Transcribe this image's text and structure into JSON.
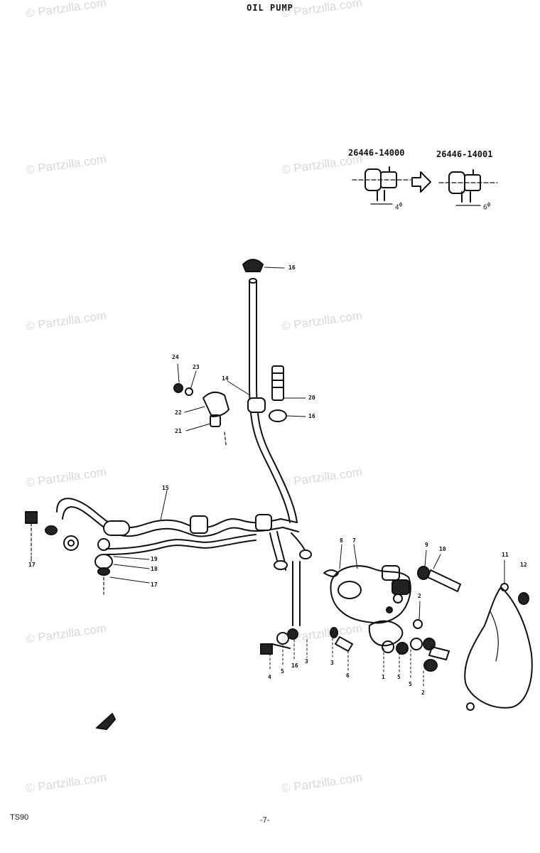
{
  "title": "OIL PUMP",
  "part_change": {
    "old_part": "26446-14000",
    "new_part": "26446-14001",
    "old_dim": "4",
    "new_dim": "6"
  },
  "watermark": "© Partzilla.com",
  "footer": {
    "model": "TS90",
    "page": "-7-"
  },
  "callouts": [
    {
      "id": "c-16-top",
      "label": "16"
    },
    {
      "id": "c-24",
      "label": "24"
    },
    {
      "id": "c-23",
      "label": "23"
    },
    {
      "id": "c-22",
      "label": "22"
    },
    {
      "id": "c-21",
      "label": "21"
    },
    {
      "id": "c-14",
      "label": "14"
    },
    {
      "id": "c-20",
      "label": "20"
    },
    {
      "id": "c-16-right",
      "label": "16"
    },
    {
      "id": "c-15",
      "label": "15"
    },
    {
      "id": "c-19",
      "label": "19"
    },
    {
      "id": "c-18",
      "label": "18"
    },
    {
      "id": "c-17a",
      "label": "17"
    },
    {
      "id": "c-17b",
      "label": "17"
    },
    {
      "id": "c-8",
      "label": "8"
    },
    {
      "id": "c-7",
      "label": "7"
    },
    {
      "id": "c-9",
      "label": "9"
    },
    {
      "id": "c-10",
      "label": "10"
    },
    {
      "id": "c-11",
      "label": "11"
    },
    {
      "id": "c-12",
      "label": "12"
    },
    {
      "id": "c-2a",
      "label": "2"
    },
    {
      "id": "c-4",
      "label": "4"
    },
    {
      "id": "c-5a",
      "label": "5"
    },
    {
      "id": "c-16-bot",
      "label": "16"
    },
    {
      "id": "c-3a",
      "label": "3"
    },
    {
      "id": "c-3b",
      "label": "3"
    },
    {
      "id": "c-6",
      "label": "6"
    },
    {
      "id": "c-1",
      "label": "1"
    },
    {
      "id": "c-5b",
      "label": "5"
    },
    {
      "id": "c-5c",
      "label": "5"
    },
    {
      "id": "c-2b",
      "label": "2"
    }
  ]
}
